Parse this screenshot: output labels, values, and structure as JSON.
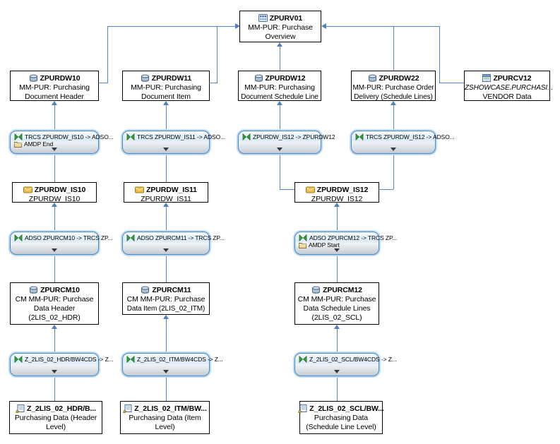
{
  "colors": {
    "connector_blue": "#5585c7",
    "transform_border_blue": "#4688c8",
    "transform_halo_blue": "#bcd9f2",
    "box_border": "#000000",
    "infosource_gold": "#edbd4e",
    "transformation_green": "#37a03c"
  },
  "nodes": {
    "zpurv01": {
      "title": "ZPURV01",
      "line1": "MM-PUR: Purchase",
      "line2": "Overview"
    },
    "zpurdw10": {
      "title": "ZPURDW10",
      "line1": "MM-PUR: Purchasing",
      "line2": "Document Header"
    },
    "zpurdw11": {
      "title": "ZPURDW11",
      "line1": "MM-PUR: Purchasing",
      "line2": "Document Item"
    },
    "zpurdw12": {
      "title": "ZPURDW12",
      "line1": "MM-PUR: Purchasing",
      "line2": "Document Schedule Line"
    },
    "zpurdw22": {
      "title": "ZPURDW22",
      "line1": "MM-PUR: Purchase Order",
      "line2": "Delivery (Schedule Lines)"
    },
    "zpurcv12": {
      "title": "ZPURCV12",
      "line1": "ZSHOWCASE.PURCHASI...",
      "line2": "VENDOR Data"
    },
    "is10": {
      "title": "ZPURDW_IS10",
      "line1": "ZPURDW_IS10"
    },
    "is11": {
      "title": "ZPURDW_IS11",
      "line1": "ZPURDW_IS11"
    },
    "is12": {
      "title": "ZPURDW_IS12",
      "line1": "ZPURDW_IS12"
    },
    "zpurcm10": {
      "title": "ZPURCM10",
      "line1": "CM MM-PUR: Purchase",
      "line2": "Data Header",
      "line3": "(2LIS_02_HDR)"
    },
    "zpurcm11": {
      "title": "ZPURCM11",
      "line1": "CM MM-PUR: Purchase",
      "line2": "Data Item (2LIS_02_ITM)"
    },
    "zpurcm12": {
      "title": "ZPURCM12",
      "line1": "CM MM-PUR: Purchase",
      "line2": "Data Schedule Lines",
      "line3": "(2LIS_02_SCL)"
    },
    "ds_hdr": {
      "title": "Z_2LIS_02_HDR/B...",
      "line1": "Purchasing Data (Header",
      "line2": "Level)"
    },
    "ds_itm": {
      "title": "Z_2LIS_02_ITM/BW...",
      "line1": "Purchasing Data (Item",
      "line2": "Level)"
    },
    "ds_scl": {
      "title": "Z_2LIS_02_SCL/BW...",
      "line1": "Purchasing Data",
      "line2": "(Schedule Line Level)"
    }
  },
  "transforms": {
    "t_is10": {
      "label": "TRCS ZPURDW_IS10 -> ADSO...",
      "sublabel": "AMDP End"
    },
    "t_is11": {
      "label": "TRCS ZPURDW_IS11 -> ADSO..."
    },
    "t_is12_dw12": {
      "label": "ZPURDW_IS12 -> ZPURDW12"
    },
    "t_is12_dw22": {
      "label": "TRCS ZPURDW_IS12 -> ADSO..."
    },
    "t_cm10": {
      "label": "ADSO ZPURCM10 -> TRCS ZP..."
    },
    "t_cm11": {
      "label": "ADSO ZPURCM11 -> TRCS ZP..."
    },
    "t_cm12": {
      "label": "ADSO ZPURCM12 -> TRCS ZP...",
      "sublabel": "AMDP Start"
    },
    "t_hdr": {
      "label": "Z_2LIS_02_HDR/BW4CDS -> Z..."
    },
    "t_itm": {
      "label": "Z_2LIS_02_ITM/BW4CDS -> Z..."
    },
    "t_scl": {
      "label": "Z_2LIS_02_SCL/BW4CDS -> Z..."
    }
  },
  "edges": [
    {
      "from": "zpurdw10",
      "to": "zpurv01"
    },
    {
      "from": "zpurdw11",
      "to": "zpurv01"
    },
    {
      "from": "zpurdw12",
      "to": "zpurv01"
    },
    {
      "from": "zpurdw22",
      "to": "zpurv01"
    },
    {
      "from": "zpurcv12",
      "to": "zpurv01"
    },
    {
      "from": "is10",
      "to": "zpurdw10"
    },
    {
      "from": "is11",
      "to": "zpurdw11"
    },
    {
      "from": "is12",
      "to": "zpurdw12"
    },
    {
      "from": "is12",
      "to": "zpurdw22"
    },
    {
      "from": "zpurcm10",
      "to": "is10"
    },
    {
      "from": "zpurcm11",
      "to": "is11"
    },
    {
      "from": "zpurcm12",
      "to": "is12"
    },
    {
      "from": "ds_hdr",
      "to": "zpurcm10"
    },
    {
      "from": "ds_itm",
      "to": "zpurcm11"
    },
    {
      "from": "ds_scl",
      "to": "zpurcm12"
    }
  ]
}
